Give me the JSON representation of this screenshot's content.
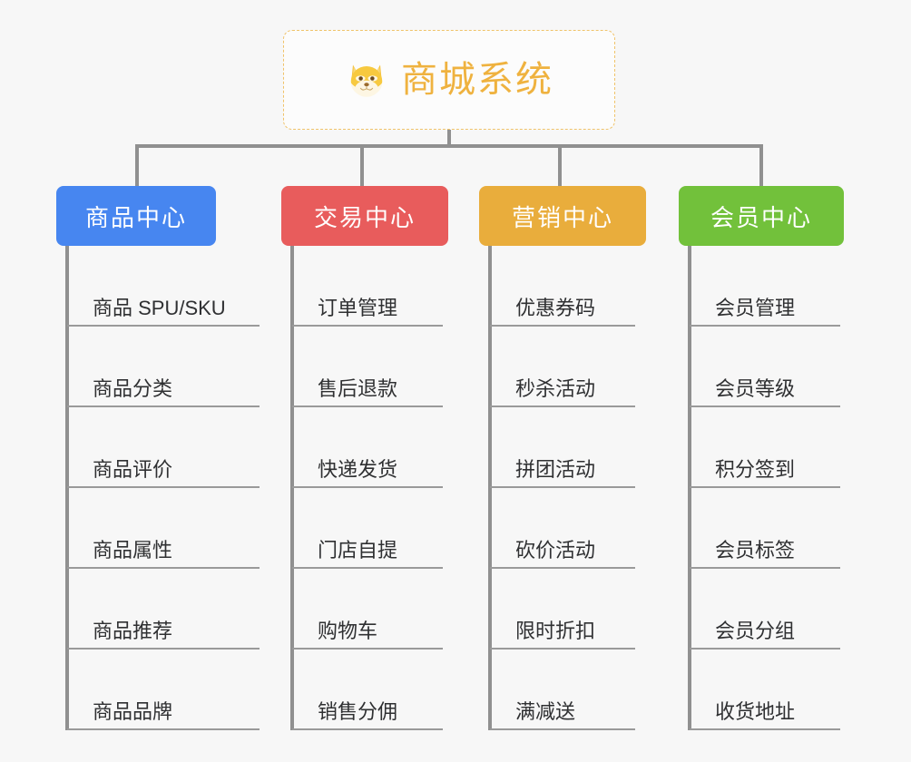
{
  "root": {
    "title": "商城系统",
    "icon": "shiba-dog-icon",
    "border_color": "#f0c36a",
    "title_color": "#efb23f"
  },
  "canvas": {
    "background": "#f7f7f7",
    "connector_color": "#909090",
    "leaf_rule_color": "#9a9a9a",
    "leaf_text_color": "#2f3032"
  },
  "columns": [
    {
      "label": "商品中心",
      "color": "#4786f0",
      "items": [
        "商品 SPU/SKU",
        "商品分类",
        "商品评价",
        "商品属性",
        "商品推荐",
        "商品品牌"
      ]
    },
    {
      "label": "交易中心",
      "color": "#e85c5c",
      "items": [
        "订单管理",
        "售后退款",
        "快递发货",
        "门店自提",
        "购物车",
        "销售分佣"
      ]
    },
    {
      "label": "营销中心",
      "color": "#e9ad3c",
      "items": [
        "优惠券码",
        "秒杀活动",
        "拼团活动",
        "砍价活动",
        "限时折扣",
        "满减送"
      ]
    },
    {
      "label": "会员中心",
      "color": "#72c13b",
      "items": [
        "会员管理",
        "会员等级",
        "积分签到",
        "会员标签",
        "会员分组",
        "收货地址"
      ]
    }
  ]
}
